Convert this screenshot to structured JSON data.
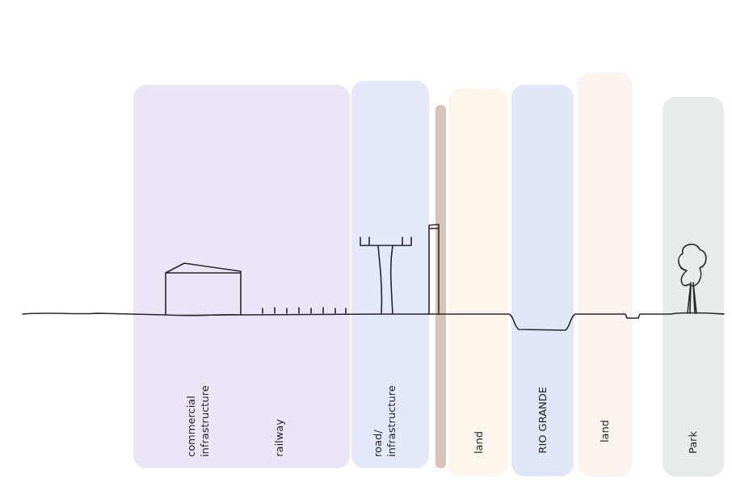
{
  "diagram": {
    "nodes": [
      {
        "text": [
          "commercial infrastructure",
          "railway"
        ]
      },
      {
        "text": [
          "road/ infrastructure"
        ]
      },
      {
        "text": [
          "land"
        ]
      },
      {
        "text": [
          "RIO GRANDE"
        ]
      },
      {
        "text": [
          "land"
        ]
      },
      {
        "text": [
          "Park"
        ]
      }
    ]
  }
}
